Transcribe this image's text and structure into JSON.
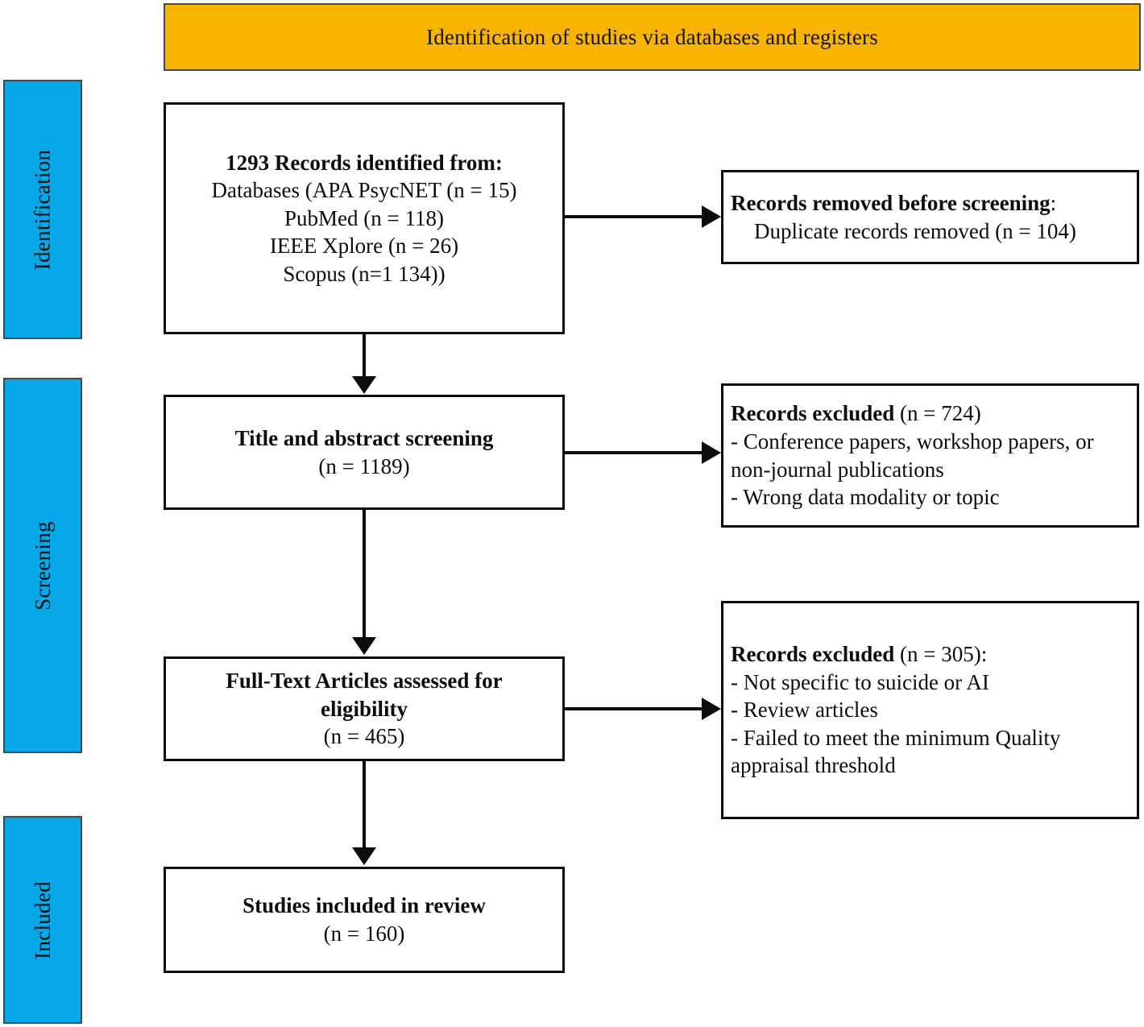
{
  "banner": {
    "title": "Identification of studies via databases and registers",
    "background_color": "#F9B301"
  },
  "phases": {
    "accent_color": "#06A8E8",
    "items": [
      {
        "label": "Identification"
      },
      {
        "label": "Screening"
      },
      {
        "label": "Included"
      }
    ]
  },
  "flow": {
    "identified": {
      "heading": "1293 Records identified from:",
      "lines": [
        "Databases (APA PsycNET (n = 15)",
        "PubMed (n = 118)",
        "IEEE Xplore (n = 26)",
        "Scopus (n=1 134))"
      ]
    },
    "removed_before_screening": {
      "heading": "Records removed before screening",
      "heading_suffix": ":",
      "lines": [
        "Duplicate records removed (n = 104)"
      ]
    },
    "title_abstract_screening": {
      "heading": "Title and abstract screening",
      "count": "(n = 1189)"
    },
    "excluded_screening": {
      "heading": "Records excluded",
      "heading_suffix": " (n = 724)",
      "lines": [
        "- Conference papers, workshop papers, or non-journal publications",
        "- Wrong data modality or topic"
      ]
    },
    "fulltext_eligibility": {
      "heading_line1": "Full-Text Articles assessed for",
      "heading_line2": "eligibility",
      "count": "(n = 465)"
    },
    "excluded_eligibility": {
      "heading": "Records excluded",
      "heading_suffix": " (n = 305):",
      "lines": [
        "- Not specific to suicide or AI",
        "- Review articles",
        "- Failed to meet the minimum Quality appraisal threshold"
      ]
    },
    "included_studies": {
      "heading": "Studies included in review",
      "count": "(n = 160)"
    }
  }
}
